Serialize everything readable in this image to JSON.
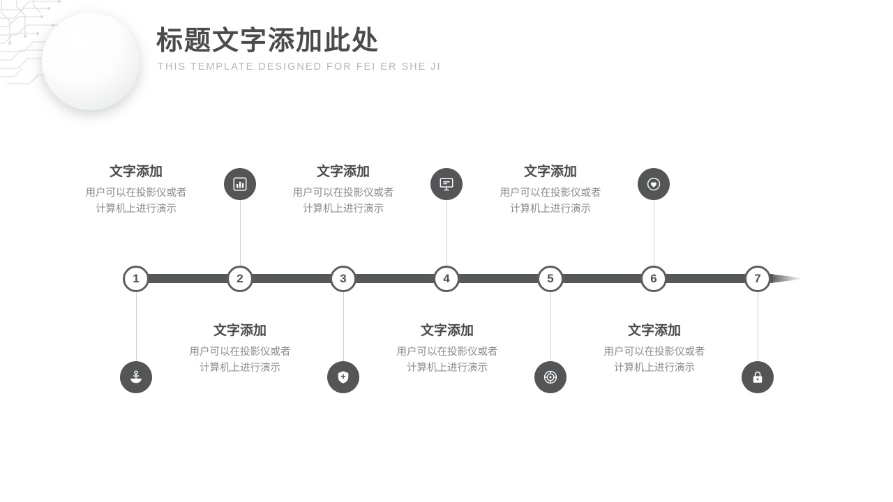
{
  "header": {
    "title": "标题文字添加此处",
    "subtitle": "THIS TEMPLATE DESIGNED FOR FEI ER SHE JI"
  },
  "timeline": {
    "nodes": [
      {
        "number": "1",
        "icon": "anchor-icon",
        "position": "below",
        "heading": "文字添加",
        "body_line1": "用户可以在投影仪或者",
        "body_line2": "计算机上进行演示"
      },
      {
        "number": "2",
        "icon": "bar-chart-icon",
        "position": "above",
        "heading": "文字添加",
        "body_line1": "用户可以在投影仪或者",
        "body_line2": "计算机上进行演示"
      },
      {
        "number": "3",
        "icon": "shield-icon",
        "position": "below",
        "heading": "文字添加",
        "body_line1": "用户可以在投影仪或者",
        "body_line2": "计算机上进行演示"
      },
      {
        "number": "4",
        "icon": "presentation-icon",
        "position": "above",
        "heading": "文字添加",
        "body_line1": "用户可以在投影仪或者",
        "body_line2": "计算机上进行演示"
      },
      {
        "number": "5",
        "icon": "target-icon",
        "position": "below",
        "heading": "文字添加",
        "body_line1": "用户可以在投影仪或者",
        "body_line2": "计算机上进行演示"
      },
      {
        "number": "6",
        "icon": "hand-heart-icon",
        "position": "above",
        "heading": "文字添加",
        "body_line1": "用户可以在投影仪或者",
        "body_line2": "计算机上进行演示"
      },
      {
        "number": "7",
        "icon": "lock-icon",
        "position": "below",
        "heading": "",
        "body_line1": "",
        "body_line2": ""
      }
    ]
  },
  "colors": {
    "bar": "#555759",
    "icon_fill": "#535557",
    "title": "#4b4b4b",
    "subtitle": "#b6b6b6",
    "body_text": "#8b8b8b"
  }
}
